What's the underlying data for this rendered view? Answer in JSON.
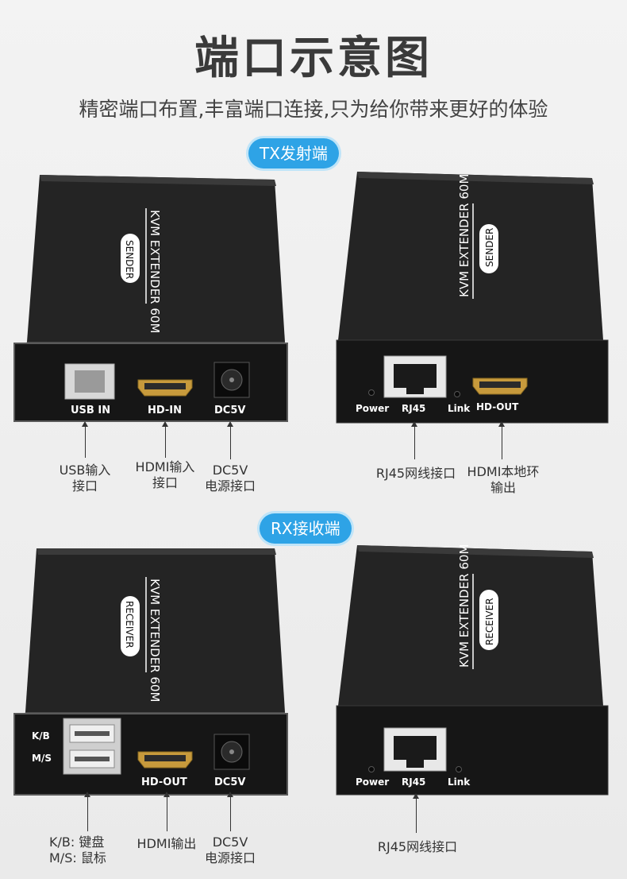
{
  "header": {
    "title": "端口示意图",
    "subtitle": "精密端口布置,丰富端口连接,只为给你带来更好的体验"
  },
  "colors": {
    "accent": "#2ea3e6",
    "device_body": "#1b1b1b"
  },
  "tx": {
    "badge": "TX发射端",
    "case_text": "KVM EXTENDER 60M",
    "case_badge": "SENDER",
    "front": {
      "ports": {
        "usb": "USB IN",
        "hdmi": "HD-IN",
        "dc": "DC5V"
      },
      "callouts": {
        "usb": [
          "USB输入",
          "接口"
        ],
        "hdmi": [
          "HDMI输入",
          "接口"
        ],
        "dc": [
          "DC5V",
          "电源接口"
        ]
      }
    },
    "back": {
      "ports": {
        "power": "Power",
        "rj45": "RJ45",
        "link": "Link",
        "hdmi": "HD-OUT"
      },
      "callouts": {
        "rj45": "RJ45网线接口",
        "hdmi": [
          "HDMI本地环",
          "输出"
        ]
      }
    }
  },
  "rx": {
    "badge": "RX接收端",
    "case_text": "KVM EXTENDER 60M",
    "case_badge": "RECEIVER",
    "front": {
      "ports": {
        "kb": "K/B",
        "ms": "M/S",
        "hdmi": "HD-OUT",
        "dc": "DC5V"
      },
      "callouts": {
        "usb": [
          "K/B: 键盘",
          "M/S: 鼠标"
        ],
        "hdmi": "HDMI输出",
        "dc": [
          "DC5V",
          "电源接口"
        ]
      }
    },
    "back": {
      "ports": {
        "power": "Power",
        "rj45": "RJ45",
        "link": "Link"
      },
      "callouts": {
        "rj45": "RJ45网线接口"
      }
    }
  }
}
